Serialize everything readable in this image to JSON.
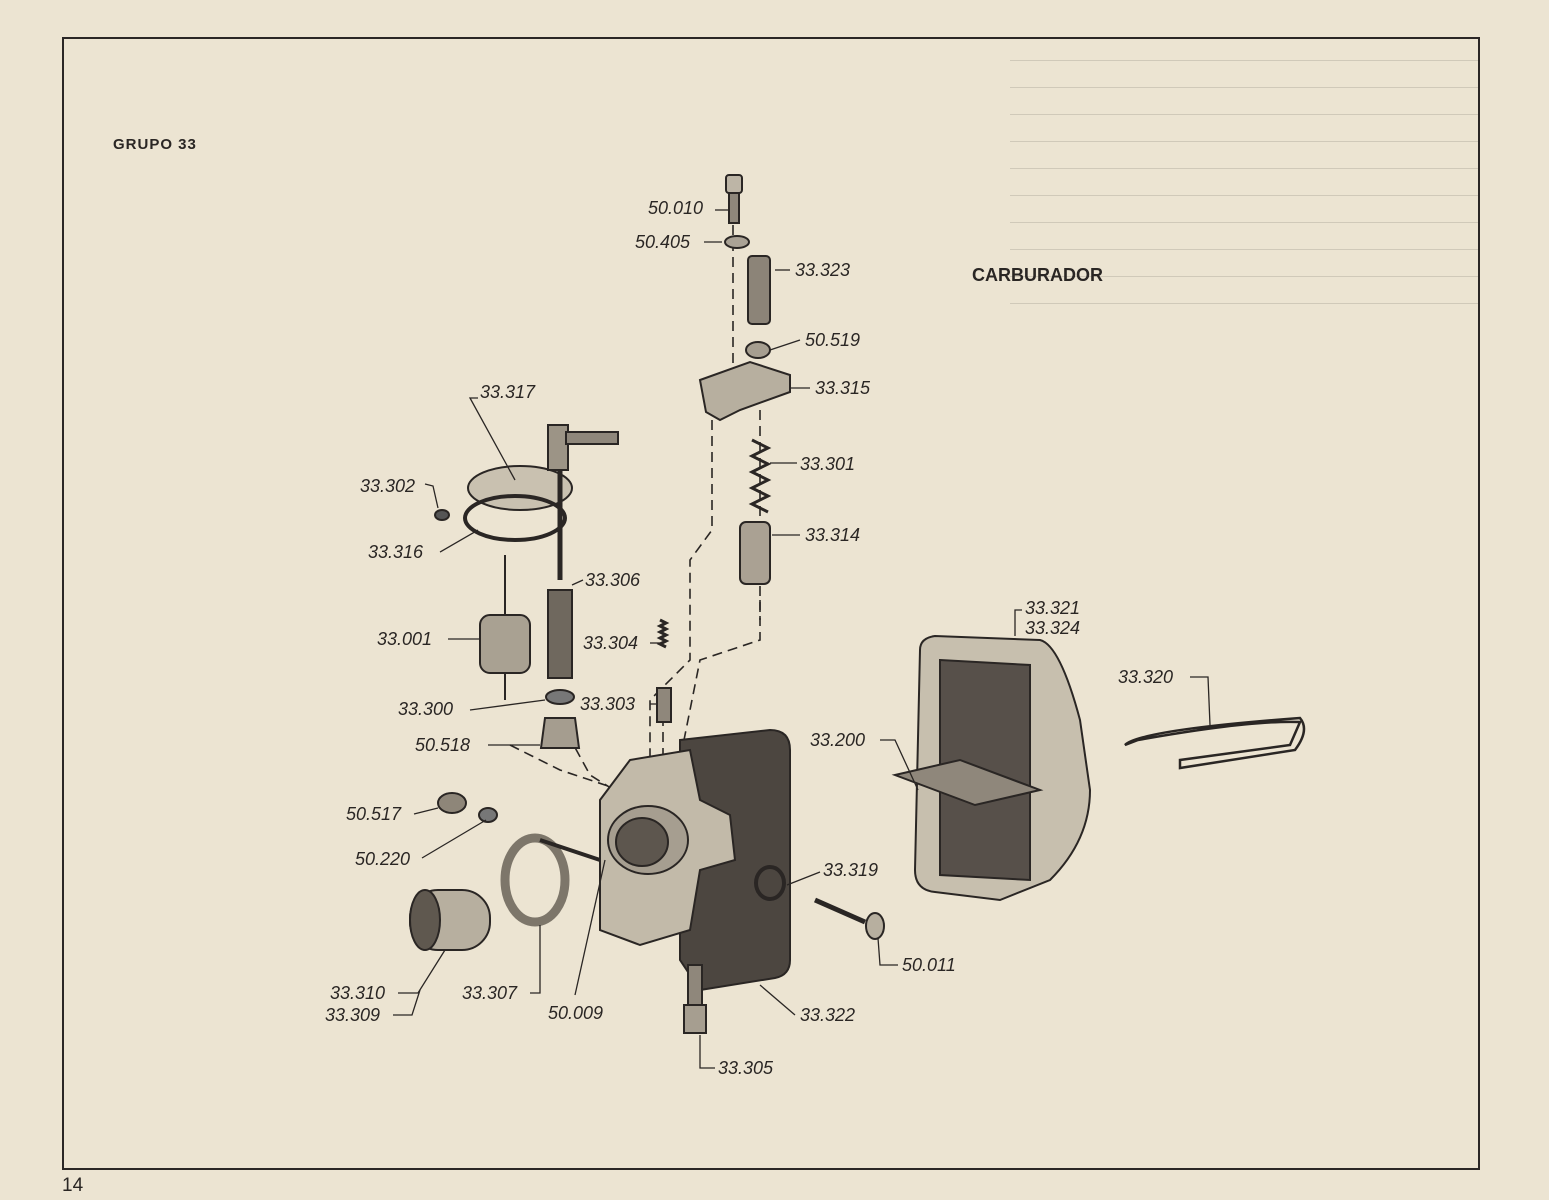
{
  "header": {
    "group_title": "GRUPO 33",
    "section_title": "CARBURADOR"
  },
  "page_number": "14",
  "part_labels": {
    "p50010": "50.010",
    "p50405": "50.405",
    "p33323": "33.323",
    "p50519": "50.519",
    "p33315": "33.315",
    "p33317": "33.317",
    "p33302": "33.302",
    "p33301": "33.301",
    "p33316": "33.316",
    "p33314": "33.314",
    "p33306": "33.306",
    "p33001": "33.001",
    "p33304": "33.304",
    "p33300": "33.300",
    "p33303": "33.303",
    "p50518": "50.518",
    "p50517": "50.517",
    "p50220": "50.220",
    "p33310": "33.310",
    "p33309": "33.309",
    "p33307": "33.307",
    "p50009": "50.009",
    "p33322": "33.322",
    "p33305": "33.305",
    "p50011": "50.011",
    "p33319": "33.319",
    "p33200": "33.200",
    "p33321": "33.321",
    "p33324": "33.324",
    "p33320": "33.320"
  }
}
